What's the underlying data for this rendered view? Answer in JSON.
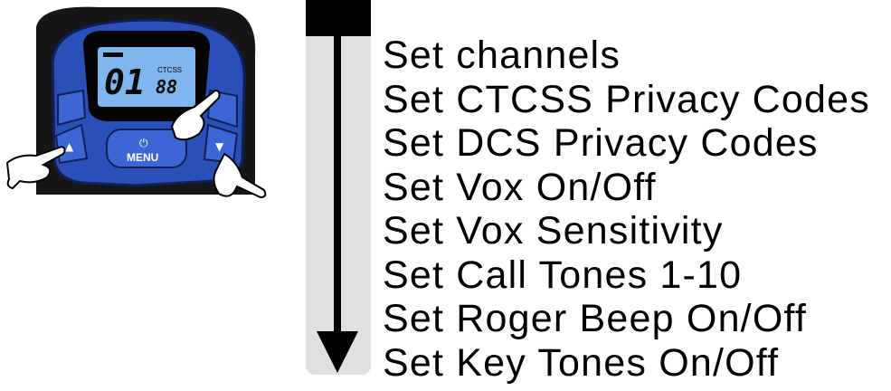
{
  "radio": {
    "channel_display": "01",
    "code_display": "88",
    "code_type_label": "CTCSS",
    "menu_button_label": "MENU"
  },
  "menu_items": [
    "Set channels",
    "Set CTCSS Privacy Codes",
    "Set DCS Privacy Codes",
    "Set Vox On/Off",
    "Set Vox Sensitivity",
    "Set Call Tones 1-10",
    "Set Roger Beep On/Off",
    "Set Key Tones On/Off"
  ],
  "colors": {
    "radio_blue": "#2a4fb8",
    "lcd_blue": "#7fb6ee",
    "arrow_track": "#e0e0e0"
  },
  "icons": [
    "down-arrow-icon",
    "pointing-hand-icon",
    "up-key-icon",
    "down-key-icon",
    "power-icon"
  ]
}
